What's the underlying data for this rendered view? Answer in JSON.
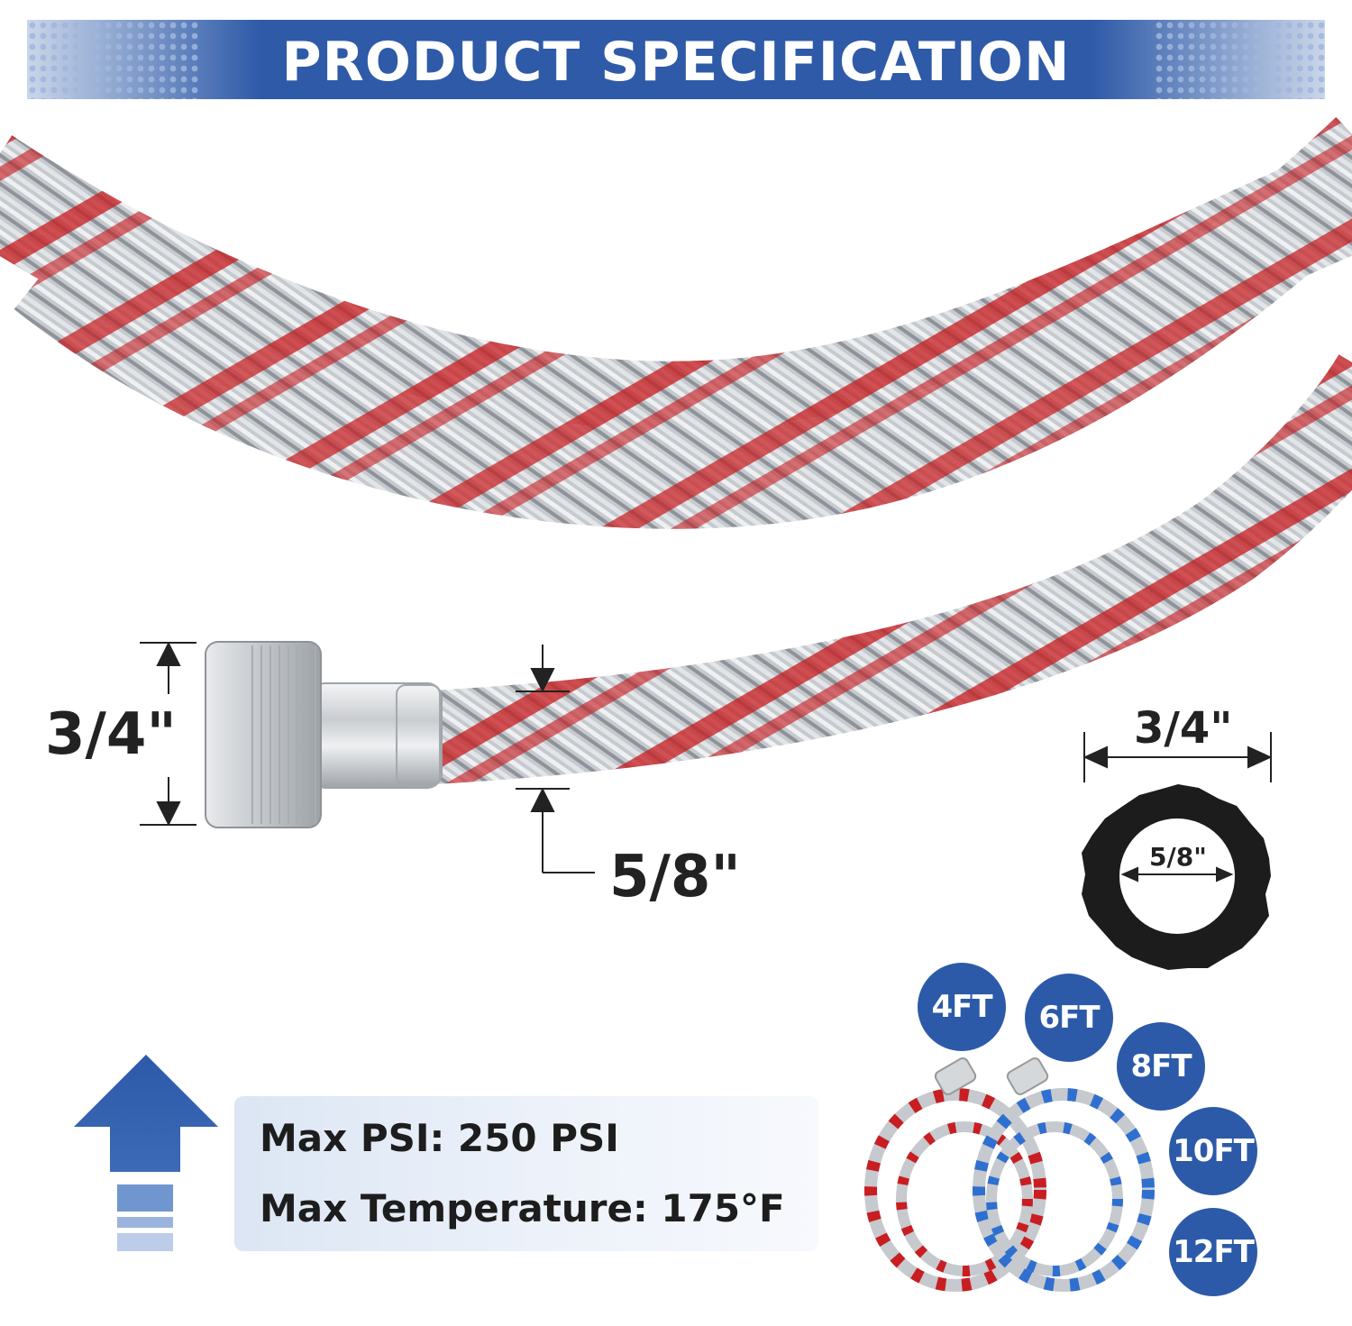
{
  "header": {
    "title": "PRODUCT SPECIFICATION"
  },
  "dimensions": {
    "fitting_outer": "3/4\"",
    "hose_inner": "5/8\"",
    "washer_outer": "3/4\"",
    "washer_inner": "5/8\""
  },
  "specs": {
    "max_psi": "Max PSI: 250 PSI",
    "max_temperature": "Max Temperature: 175°F"
  },
  "lengths": [
    "4FT",
    "6FT",
    "8FT",
    "10FT",
    "12FT"
  ],
  "colors": {
    "brand_blue": "#2c5aa8",
    "braid_red": "#c81e22",
    "braid_silver": "#bfc3c8",
    "washer_black": "#1c1c1c"
  },
  "icons": {
    "pressure_arrow": "up-arrow-icon"
  }
}
